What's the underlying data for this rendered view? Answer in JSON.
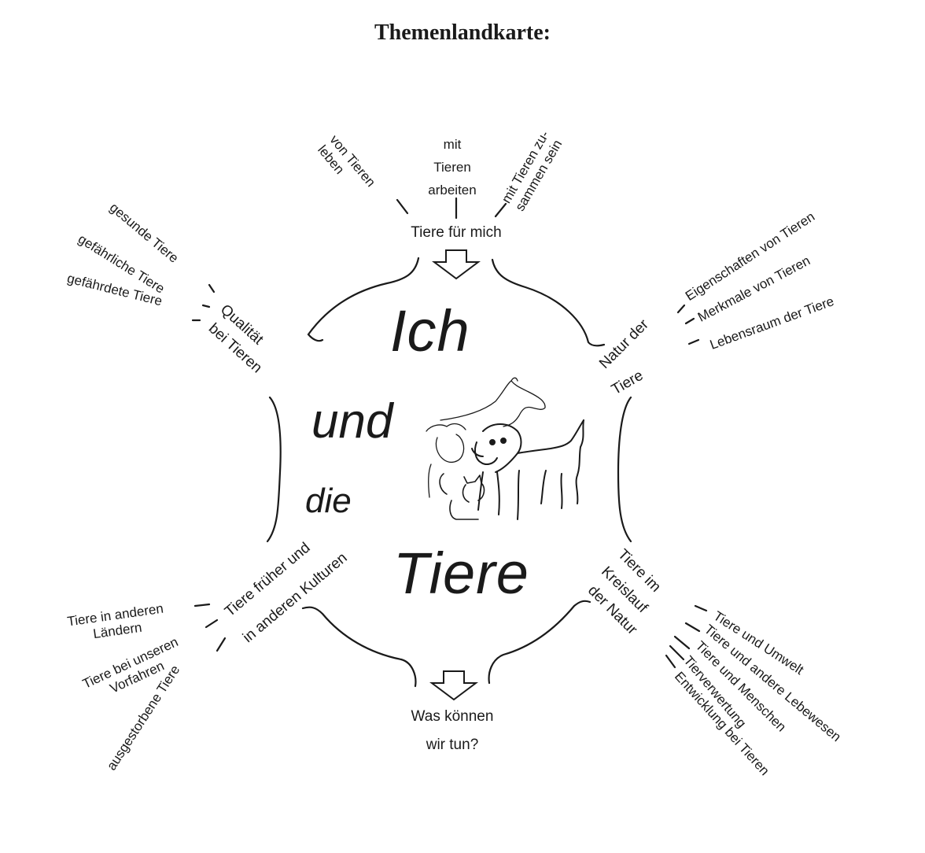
{
  "title": "Themenlandkarte:",
  "center": {
    "word1": "Ich",
    "word2": "und",
    "word3": "die",
    "word4": "Tiere"
  },
  "top": {
    "hub": "Tiere für mich",
    "leaves": [
      "von Tieren\nleben",
      "mit\nTieren\narbeiten",
      "mit Tieren zu-\nsammen sein"
    ]
  },
  "left_top": {
    "hub_line1": "Qualität",
    "hub_line2": "bei Tieren",
    "leaves": [
      "gesunde Tiere",
      "gefährliche Tiere",
      "gefährdete Tiere"
    ]
  },
  "right_top": {
    "hub_line1": "Natur der",
    "hub_line2": "Tiere",
    "leaves": [
      "Eigenschaften von Tieren",
      "Merkmale von Tieren",
      "Lebensraum der Tiere"
    ]
  },
  "left_bottom": {
    "hub_line1": "Tiere früher und",
    "hub_line2": "in anderen Kulturen",
    "leaves": [
      "Tiere in anderen\nLändern",
      "Tiere bei unseren\nVorfahren",
      "ausgestorbene Tiere"
    ]
  },
  "right_bottom": {
    "hub_line1": "Tiere im",
    "hub_line2": "Kreislauf",
    "hub_line3": "der Natur",
    "leaves": [
      "Tiere und Umwelt",
      "Tiere und andere Lebewesen",
      "Tiere und Menschen",
      "Tierverwertung",
      "Entwicklung bei Tieren"
    ]
  },
  "bottom": {
    "hub_line1": "Was können",
    "hub_line2": "wir tun?"
  },
  "icons": [
    "horse-icon",
    "cow-icon",
    "dog-icon",
    "cat-icon"
  ]
}
